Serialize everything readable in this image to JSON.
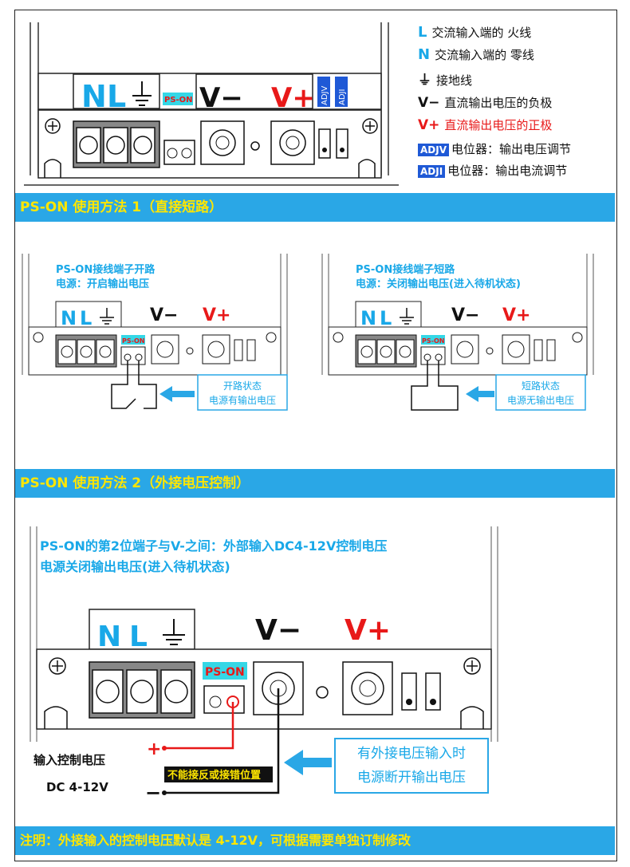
{
  "top_panel": {
    "N": "N",
    "L": "L",
    "ps_on": "PS-ON",
    "vminus": "V−",
    "vplus": "V+",
    "adjv": "ADJV",
    "adji": "ADJI"
  },
  "legend": [
    {
      "key": "L",
      "text": "交流输入端的 火线",
      "color": "#19a8e8"
    },
    {
      "key": "N",
      "text": "交流输入端的 零线",
      "color": "#19a8e8"
    },
    {
      "key": "⏚",
      "text": "接地线",
      "color": "#111111"
    },
    {
      "key": "V−",
      "text": "直流输出电压的负极",
      "color": "#111111"
    },
    {
      "key": "V+",
      "text": "直流输出电压的正极",
      "color": "#e81919"
    },
    {
      "key": "ADJV",
      "text": "电位器：输出电压调节",
      "color": "#1f59d6"
    },
    {
      "key": "ADJI",
      "text": "电位器：输出电流调节",
      "color": "#1f59d6"
    }
  ],
  "section1": {
    "title": "PS-ON 使用方法 1（直接短路）"
  },
  "method1": {
    "left": {
      "title": "PS-ON接线端子开路",
      "subtitle": "电源：开启输出电压",
      "N": "N",
      "L": "L",
      "ps_on": "PS-ON",
      "vminus": "V−",
      "vplus": "V+",
      "callout1": "开路状态",
      "callout2": "电源有输出电压"
    },
    "right": {
      "title": "PS-ON接线端子短路",
      "subtitle": "电源：关闭输出电压(进入待机状态)",
      "N": "N",
      "L": "L",
      "ps_on": "PS-ON",
      "vminus": "V−",
      "vplus": "V+",
      "callout1": "短路状态",
      "callout2": "电源无输出电压"
    }
  },
  "section2": {
    "title": "PS-ON 使用方法 2（外接电压控制）"
  },
  "method2": {
    "line1": "PS-ON的第2位端子与V-之间：外部输入DC4-12V控制电压",
    "line2": "电源关闭输出电压(进入待机状态)",
    "N": "N",
    "L": "L",
    "ps_on": "PS-ON",
    "vminus": "V−",
    "vplus": "V+",
    "input_label": "输入控制电压",
    "dc_label": "DC 4-12V",
    "plus": "+",
    "minus": "−",
    "warning": "不能接反或接错位置",
    "callout1": "有外接电压输入时",
    "callout2": "电源断开输出电压"
  },
  "note": "注明：外接输入的控制电压默认是 4-12V，可根据需要单独订制修改",
  "colors": {
    "bar": "#2aa7e6",
    "bar_text": "#ffe600",
    "cyan": "#19a8e8",
    "red": "#e81919",
    "blue": "#1f59d6",
    "pson_bg": "#35d7e6"
  }
}
